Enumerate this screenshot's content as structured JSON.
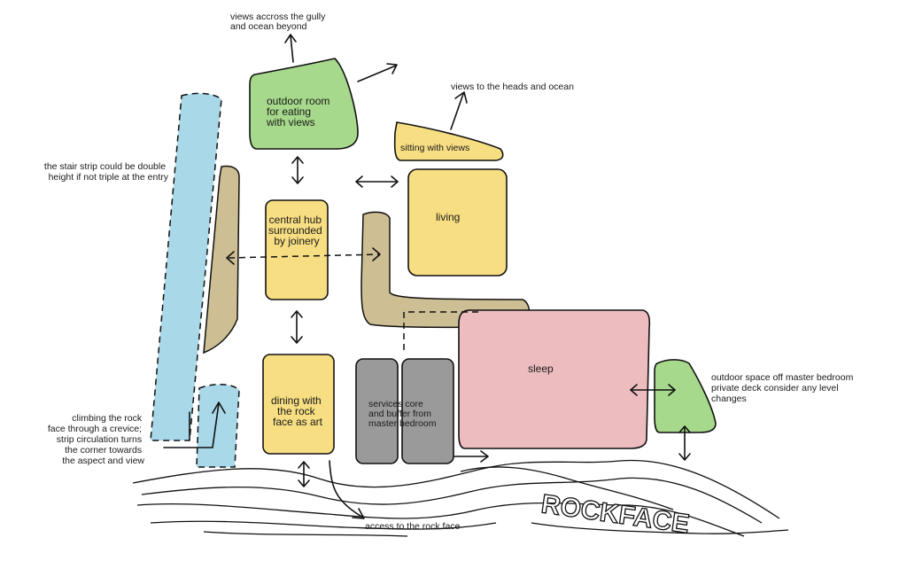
{
  "colors": {
    "outdoor_green": "#a6d98c",
    "hub_yellow": "#f7de82",
    "stair_blue": "#a9d8e8",
    "circulation_khaki": "#cdbf93",
    "sleep_pink": "#ecbcbf",
    "services_grey": "#9a9a9a"
  },
  "rooms": {
    "outdoor_room": [
      "outdoor room",
      "for eating",
      "with views"
    ],
    "sitting": "sitting with views",
    "central_hub": [
      "central hub",
      "surrounded",
      "by joinery"
    ],
    "living": "living",
    "dining": [
      "dining with",
      "the rock",
      "face as art"
    ],
    "services": [
      "services core",
      "and buffer from",
      "master bedroom"
    ],
    "sleep": "sleep"
  },
  "annotations": {
    "views_gully": [
      "views accross the gully",
      "and ocean beyond"
    ],
    "views_heads": "views to the heads and ocean",
    "stair_strip": [
      "the stair strip could be double",
      "height if not triple at the entry"
    ],
    "climbing": [
      "climbing the rock",
      "face through a crevice;",
      "strip circulation turns",
      "the corner towards",
      "the aspect and view"
    ],
    "outdoor_master": [
      "outdoor space off master bedroom",
      "private deck consider any level",
      "changes"
    ],
    "access_rock": "access to the rock face",
    "rock_face": "ROCKFACE"
  }
}
